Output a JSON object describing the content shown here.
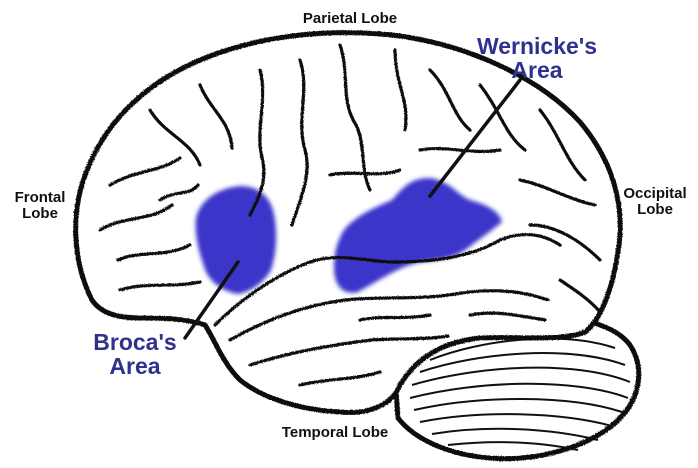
{
  "labels": {
    "parietal": "Parietal Lobe",
    "frontal_1": "Frontal",
    "frontal_2": "Lobe",
    "occipital_1": "Occipital",
    "occipital_2": "Lobe",
    "temporal": "Temporal Lobe",
    "wernicke_1": "Wernicke's",
    "wernicke_2": "Area",
    "broca_1": "Broca's",
    "broca_2": "Area"
  },
  "colors": {
    "outline": "#111111",
    "highlight": "#3a35c9",
    "area_text": "#2f318f",
    "label_text": "#111111",
    "background": "#ffffff"
  }
}
